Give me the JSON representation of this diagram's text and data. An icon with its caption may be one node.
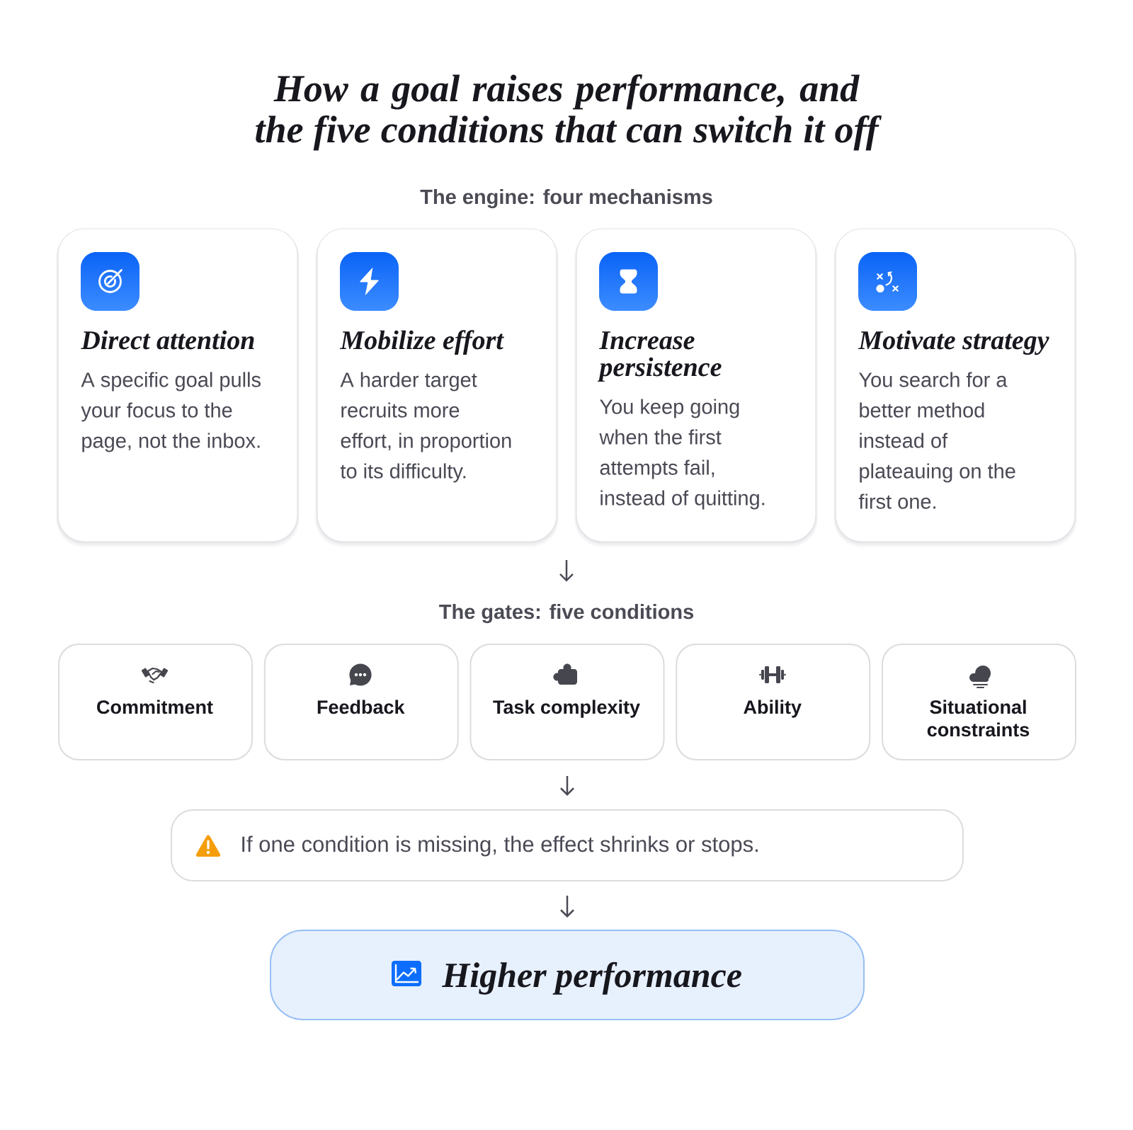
{
  "diagram": {
    "title": "How a goal raises performance, and the five conditions that can switch it off",
    "nodes": [
      {
        "text": [
          "Direct attention",
          "A specific goal pulls your focus to the page, not the inbox."
        ]
      },
      {
        "text": [
          "Mobilize effort",
          "A harder target recruits more effort, in proportion to its difficulty."
        ]
      },
      {
        "text": [
          "Increase persistence",
          "You keep going when the first attempts fail, instead of quitting."
        ]
      },
      {
        "text": [
          "Motivate strategy",
          "You search for a better method instead of plateauing on the first one."
        ]
      },
      {
        "text": [
          "The gates: five conditions"
        ]
      },
      {
        "text": [
          "Commitment"
        ]
      },
      {
        "text": [
          "Feedback"
        ]
      },
      {
        "text": [
          "Task complexity"
        ]
      },
      {
        "text": [
          "Ability"
        ]
      },
      {
        "text": [
          "Situational constraints"
        ]
      },
      {
        "text": [
          "If one condition is missing, the effect shrinks or stops."
        ]
      },
      {
        "text": [
          "Higher performance"
        ]
      }
    ],
    "edges": [
      {
        "from": null,
        "to": 4,
        "arrow": "to"
      },
      {
        "from": 7,
        "to": 10,
        "arrow": "to"
      },
      {
        "from": 10,
        "to": 11,
        "arrow": "to"
      }
    ],
    "labels": [
      "The engine: four mechanisms"
    ]
  }
}
